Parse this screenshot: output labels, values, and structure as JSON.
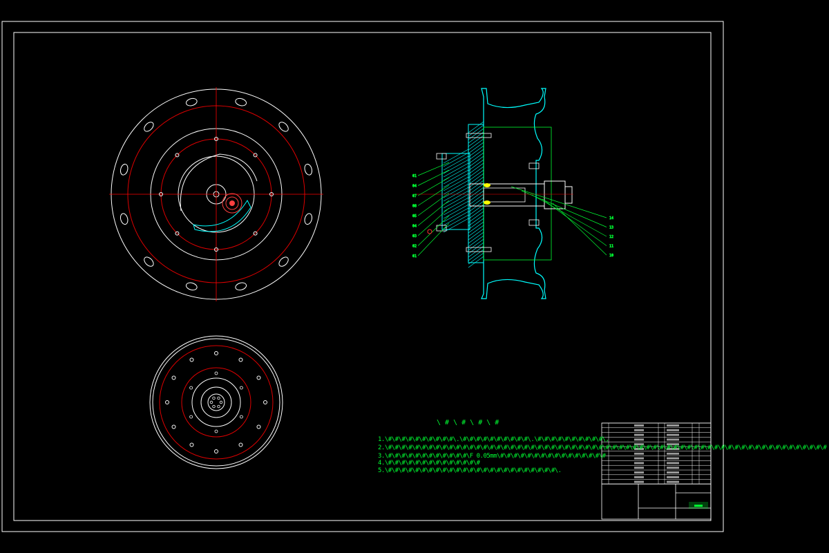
{
  "colors": {
    "background": "#000000",
    "frame": "#ffffff",
    "center_line": "#ff0000",
    "circle_red": "#dd0000",
    "section_fill": "#00ffff",
    "annotation": "#00ff33",
    "leader_line": "#00ff33",
    "highlight": "#ffff00"
  },
  "tech_requirements": {
    "title": "\\ # \\ # \\ # \\ #",
    "lines": [
      "1.\\#\\#\\#\\#\\#\\#\\#\\#\\#\\#\\.\\#\\#\\#\\#\\#\\#\\#\\#\\#\\#\\.\\#\\#\\#\\#\\#\\#\\#\\#\\#\\#\\,",
      "2.\\#\\#\\#\\#\\#\\#\\#\\#\\#\\#\\#\\#\\#\\#\\#\\#\\#\\#\\#\\#\\#\\#\\#\\#\\#\\#\\#\\#\\#\\#\\#\\#\\#\\#\\#\\#\\#\\#\\#\\#\\#\\#\\#\\#\\#\\#\\#\\#\\#\\#\\#\\#\\#\\#\\#\\#\\#\\#\\#\\#\\#\\#\\#\\#\\#\\#\\#\\#\\#",
      "3.\\#\\#\\#\\#\\#\\#\\#\\#\\#\\#\\#\\#\\F 0.05mm\\#\\#\\#\\#\\#\\#\\#\\#\\#\\#\\#\\#\\#\\#\\#\\#",
      "4.\\#\\#\\#\\#\\#\\#\\#\\#\\#\\#\\#\\#\\#\\#",
      "5.\\#\\#\\#\\#\\#\\#\\#\\#\\#\\#\\#\\#\\#\\#\\#\\#\\#\\#\\#\\#\\#\\#\\#\\#\\#\\."
    ]
  },
  "left_callouts": [
    "01",
    "04",
    "07",
    "08",
    "05",
    "04",
    "03",
    "02",
    "01"
  ],
  "right_callouts": [
    "14",
    "13",
    "12",
    "11",
    "10"
  ],
  "title_block": {
    "drawing_name": "■■■■"
  }
}
